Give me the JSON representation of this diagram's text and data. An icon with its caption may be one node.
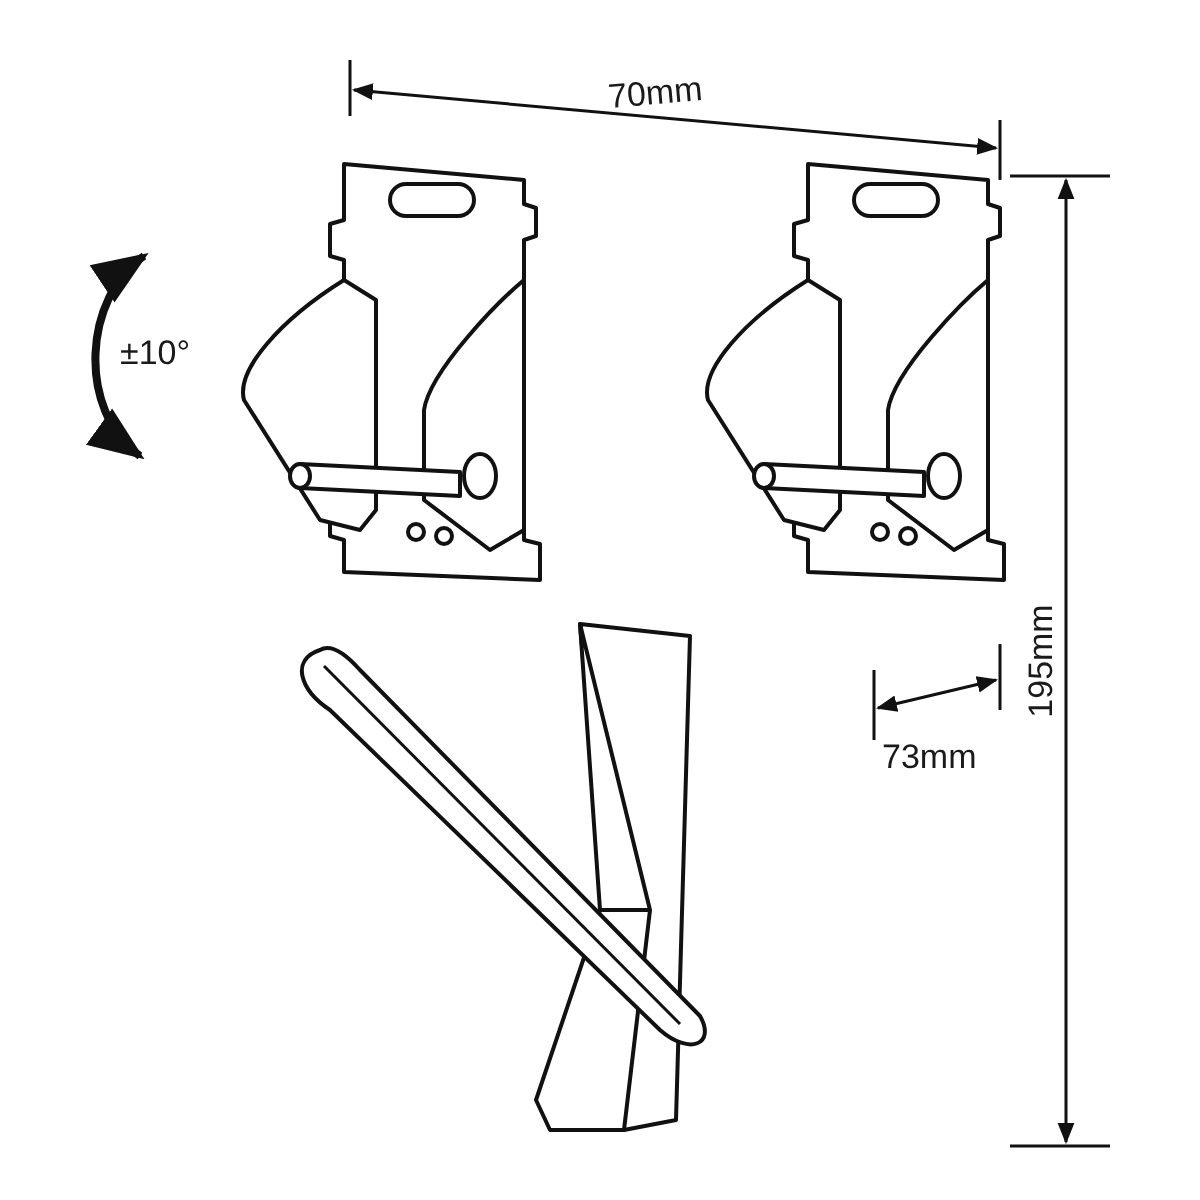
{
  "diagram": {
    "labels": [
      "70mm",
      "±10°",
      "73mm",
      "195mm"
    ]
  }
}
